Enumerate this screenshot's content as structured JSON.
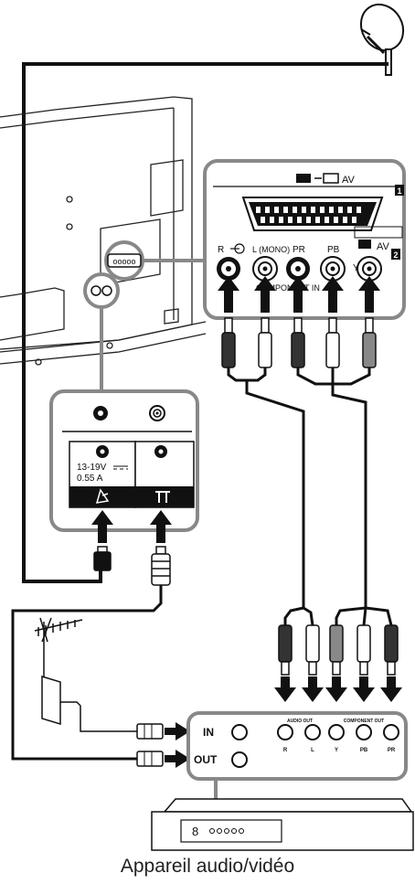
{
  "scart_label": "AV",
  "scart_number": "1",
  "av2_label": "AV",
  "av2_number": "2",
  "input_labels": {
    "r": "R",
    "l_mono": "L (MONO)",
    "pr": "PR",
    "pb": "PB",
    "y": "Y",
    "component_in": "COMPONENT IN"
  },
  "satellite_rating": {
    "voltage": "13-19V",
    "current": "0.55 A"
  },
  "device_labels": {
    "in": "IN",
    "out": "OUT",
    "audio_out": "AUDIO OUT",
    "component_out": "COMPONENT OUT",
    "r": "R",
    "l": "L",
    "y": "Y",
    "pb": "PB",
    "pr": "PR"
  },
  "device_digit": "8",
  "caption": "Appareil audio/vidéo",
  "icons": [
    "satellite-dish-icon",
    "terrestrial-antenna-icon",
    "scart-icon",
    "headphone-jack-icon"
  ]
}
